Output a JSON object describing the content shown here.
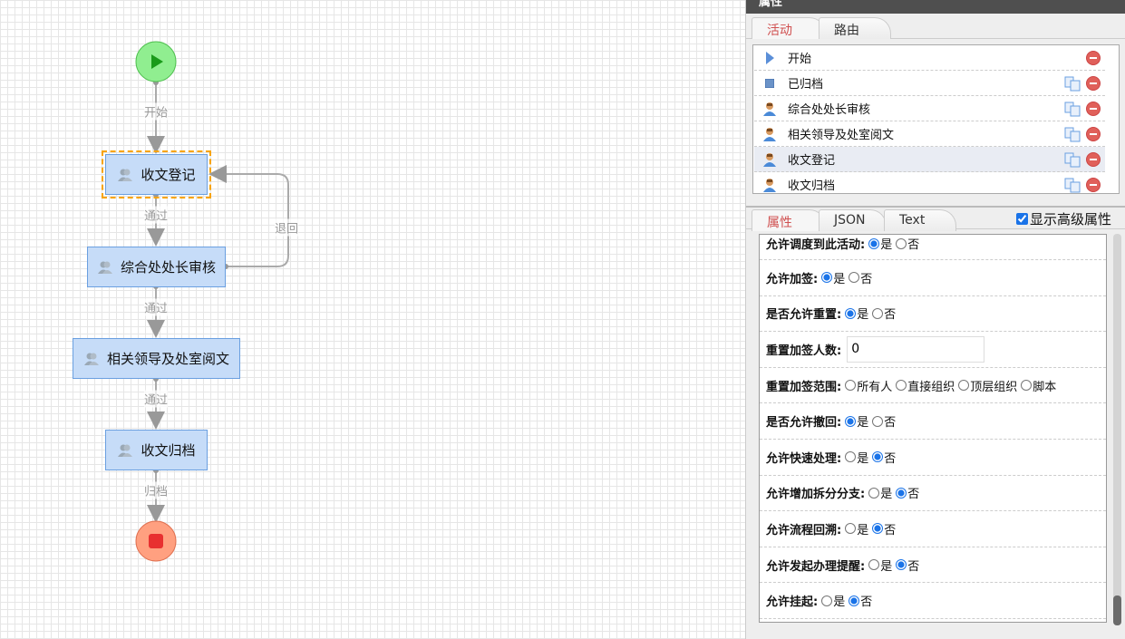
{
  "flow": {
    "nodes": [
      "收文登记",
      "综合处处长审核",
      "相关领导及处室阅文",
      "收文归档"
    ],
    "edges": [
      "开始",
      "通过",
      "退回",
      "通过",
      "通过",
      "归档"
    ]
  },
  "panel": {
    "title": "属性",
    "top_tabs": [
      "活动",
      "路由"
    ],
    "activities": [
      {
        "label": "开始",
        "icon": "start"
      },
      {
        "label": "已归档",
        "icon": "end"
      },
      {
        "label": "综合处处长审核",
        "icon": "user"
      },
      {
        "label": "相关领导及处室阅文",
        "icon": "user"
      },
      {
        "label": "收文登记",
        "icon": "user",
        "selected": true
      },
      {
        "label": "收文归档",
        "icon": "user"
      }
    ],
    "bottom_tabs": [
      "属性",
      "JSON",
      "Text"
    ],
    "show_advanced": {
      "label": "显示高级属性",
      "checked": true
    },
    "form": [
      {
        "label": "允许调度到此活动:",
        "type": "radio",
        "options": [
          "是",
          "否"
        ],
        "selected": 0
      },
      {
        "label": "允许加签:",
        "type": "radio",
        "options": [
          "是",
          "否"
        ],
        "selected": 0
      },
      {
        "label": "是否允许重置:",
        "type": "radio",
        "options": [
          "是",
          "否"
        ],
        "selected": 0
      },
      {
        "label": "重置加签人数:",
        "type": "input",
        "value": "0"
      },
      {
        "label": "重置加签范围:",
        "type": "radio",
        "options": [
          "所有人",
          "直接组织",
          "顶层组织",
          "脚本"
        ],
        "selected": -1
      },
      {
        "label": "是否允许撤回:",
        "type": "radio",
        "options": [
          "是",
          "否"
        ],
        "selected": 0
      },
      {
        "label": "允许快速处理:",
        "type": "radio",
        "options": [
          "是",
          "否"
        ],
        "selected": 1
      },
      {
        "label": "允许增加拆分分支:",
        "type": "radio",
        "options": [
          "是",
          "否"
        ],
        "selected": 1
      },
      {
        "label": "允许流程回溯:",
        "type": "radio",
        "options": [
          "是",
          "否"
        ],
        "selected": 1
      },
      {
        "label": "允许发起办理提醒:",
        "type": "radio",
        "options": [
          "是",
          "否"
        ],
        "selected": 1
      },
      {
        "label": "允许挂起:",
        "type": "radio",
        "options": [
          "是",
          "否"
        ],
        "selected": 1
      }
    ]
  }
}
